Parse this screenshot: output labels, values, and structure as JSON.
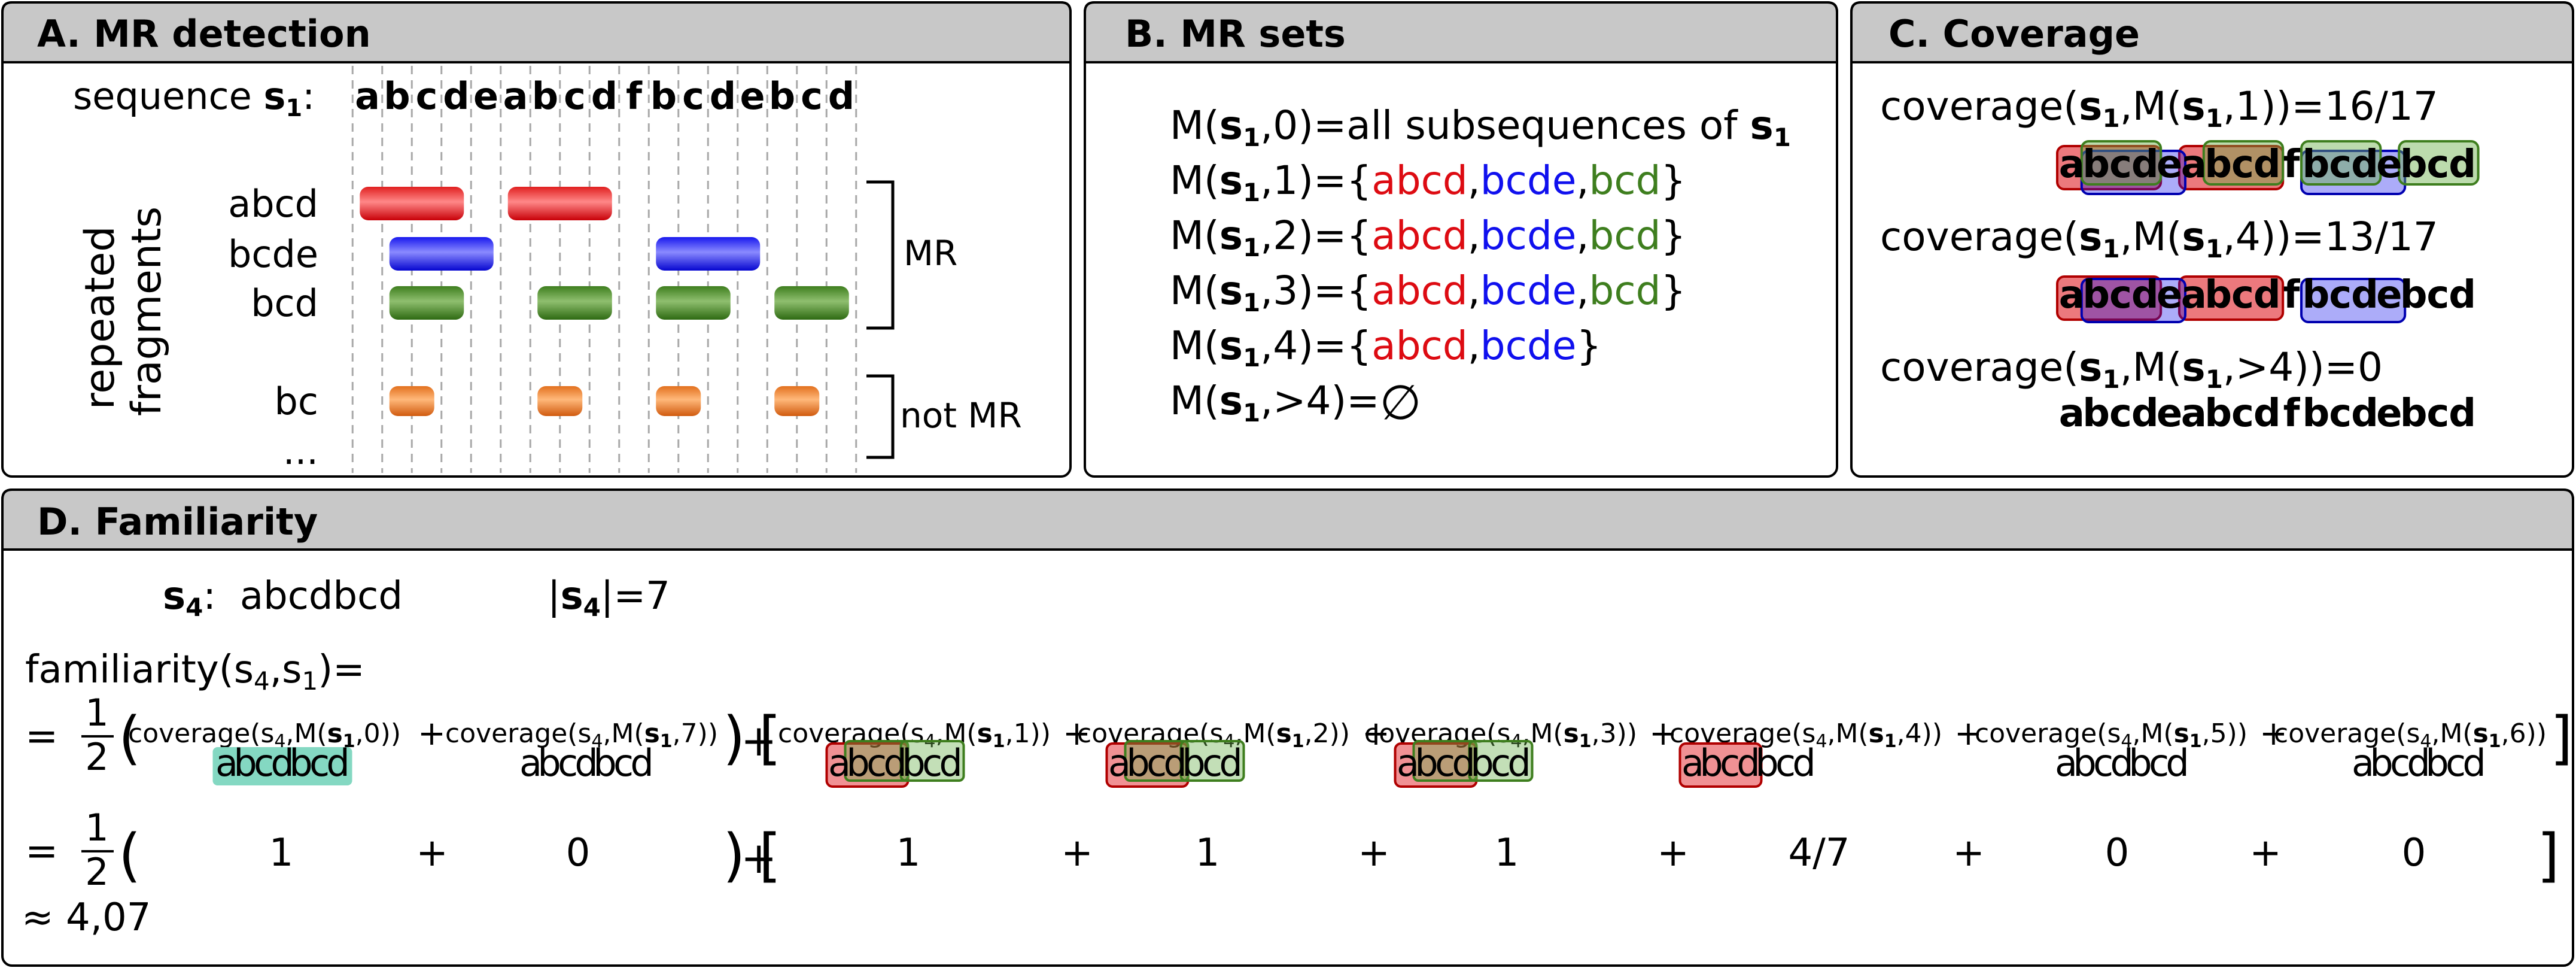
{
  "panels": {
    "a_title": "A. MR detection",
    "b_title": "B. MR sets",
    "c_title": "C. Coverage",
    "d_title": "D. Familiarity"
  },
  "colors": {
    "red": "#dd0b12",
    "blue": "#1010ee",
    "green": "#3e7e1e",
    "orange": "#e26b1e",
    "teal": "#84d8c2",
    "header": "#c8c8c8"
  },
  "panelA": {
    "seq_prefix": "sequence ",
    "seq_s": "s",
    "seq_sub": "1",
    "seq_colon": ":",
    "letters": [
      "a",
      "b",
      "c",
      "d",
      "e",
      "a",
      "b",
      "c",
      "d",
      "f",
      "b",
      "c",
      "d",
      "e",
      "b",
      "c",
      "d"
    ],
    "fragments": [
      {
        "label": "abcd",
        "color": "red",
        "runs": [
          [
            0,
            3
          ],
          [
            5,
            8
          ]
        ]
      },
      {
        "label": "bcde",
        "color": "blue",
        "runs": [
          [
            1,
            4
          ],
          [
            10,
            13
          ]
        ]
      },
      {
        "label": "bcd",
        "color": "green",
        "runs": [
          [
            1,
            3
          ],
          [
            6,
            8
          ],
          [
            10,
            12
          ],
          [
            14,
            16
          ]
        ]
      },
      {
        "label": "bc",
        "color": "orange",
        "runs": [
          [
            1,
            2
          ],
          [
            6,
            7
          ],
          [
            10,
            11
          ],
          [
            14,
            15
          ]
        ]
      }
    ],
    "ellipsis": "...",
    "ylabel_line1": "repeated",
    "ylabel_line2": "fragments",
    "mr": "MR",
    "not_mr": "not MR"
  },
  "panelB": {
    "line0_rest": "0)=all subsequences of ",
    "sets": [
      {
        "k": "1",
        "items": [
          "abcd",
          "bcde",
          "bcd"
        ]
      },
      {
        "k": "2",
        "items": [
          "abcd",
          "bcde",
          "bcd"
        ]
      },
      {
        "k": "3",
        "items": [
          "abcd",
          "bcde",
          "bcd"
        ]
      },
      {
        "k": "4",
        "items": [
          "abcd",
          "bcde"
        ]
      }
    ],
    "last_arg": ">4)=",
    "empty": "∅"
  },
  "panelC": {
    "rows": [
      {
        "arg": "1",
        "value": "16/17"
      },
      {
        "arg": "4",
        "value": "13/17"
      },
      {
        "arg": ">4",
        "value": "0"
      }
    ],
    "seq_parts": [
      "abcde",
      "abcdf",
      "bcde",
      "bcd"
    ],
    "seq_text": "abcdeabcdfbcdebcd"
  },
  "panelD": {
    "s4": "s",
    "s4_sub": "4",
    "s4_colon": ":",
    "s4_value": "abcdbcd",
    "len_value": "=7",
    "fam_title": "familiarity(s",
    "fam_mid": ",s",
    "fam_end": ")=",
    "coverage_word": "coverage(s",
    "sub4": "4",
    "sub1": "1",
    "k_values": [
      "0",
      "7",
      "1",
      "2",
      "3",
      "4",
      "5",
      "6"
    ],
    "seq_label": "abcdbcd",
    "seq_abcd": "abcd",
    "seq_bcd": "bcd",
    "seq_a": "a",
    "eq": "=",
    "half_num": "1",
    "half_den": "2",
    "values": [
      "1",
      "0",
      "1",
      "1",
      "1",
      "4/7",
      "0",
      "0"
    ],
    "result": "≈ 4,07"
  }
}
